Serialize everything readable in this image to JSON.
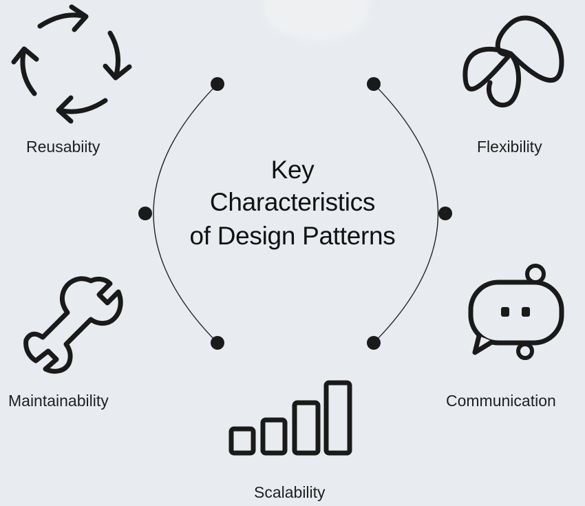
{
  "title_lines": [
    "Key",
    "Characteristics",
    "of Design Patterns"
  ],
  "characteristics": {
    "reusability": {
      "label": "Reusabiity",
      "icon": "cycle-arrows-icon"
    },
    "flexibility": {
      "label": "Flexibility",
      "icon": "infinity-icon"
    },
    "maintainability": {
      "label": "Maintainability",
      "icon": "wrench-icon"
    },
    "communication": {
      "label": "Communication",
      "icon": "chat-bubble-icon"
    },
    "scalability": {
      "label": "Scalability",
      "icon": "bar-chart-icon"
    }
  },
  "colors": {
    "background": "#e8ebef",
    "ink": "#1c1c1c"
  }
}
